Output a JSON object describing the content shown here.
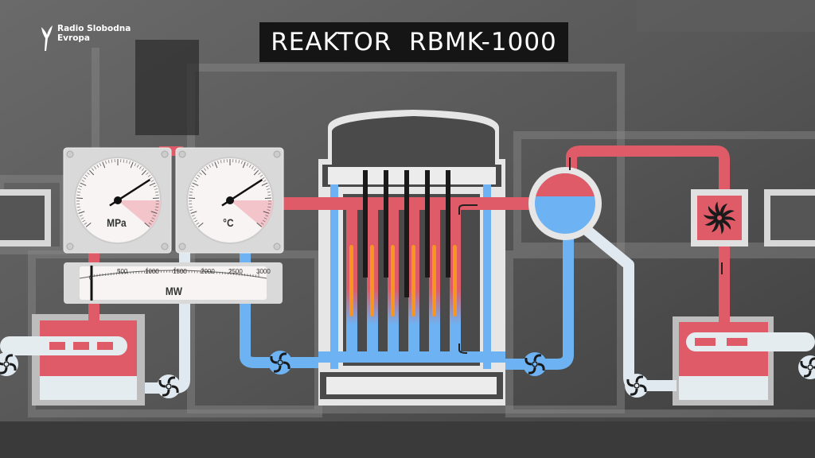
{
  "logo": {
    "line1": "Radio Slobodna",
    "line2": "Evropa"
  },
  "title": "REAKTOR  RBMK-1000",
  "gauges": [
    {
      "unit": "MPa",
      "needle_fraction": 0.72
    },
    {
      "unit": "°C",
      "needle_fraction": 0.72
    }
  ],
  "power_meter": {
    "unit": "MW",
    "ticks": [
      "0",
      "500",
      "1000",
      "1500",
      "2000",
      "2500",
      "3000"
    ],
    "value": 0
  },
  "colors": {
    "hot": "#de5b67",
    "cold": "#6db2f2",
    "steam_return": "#dfe9ef",
    "fuel": "#f6951f",
    "rod": "#1a1a1a",
    "vessel": "#4a4a4a"
  }
}
